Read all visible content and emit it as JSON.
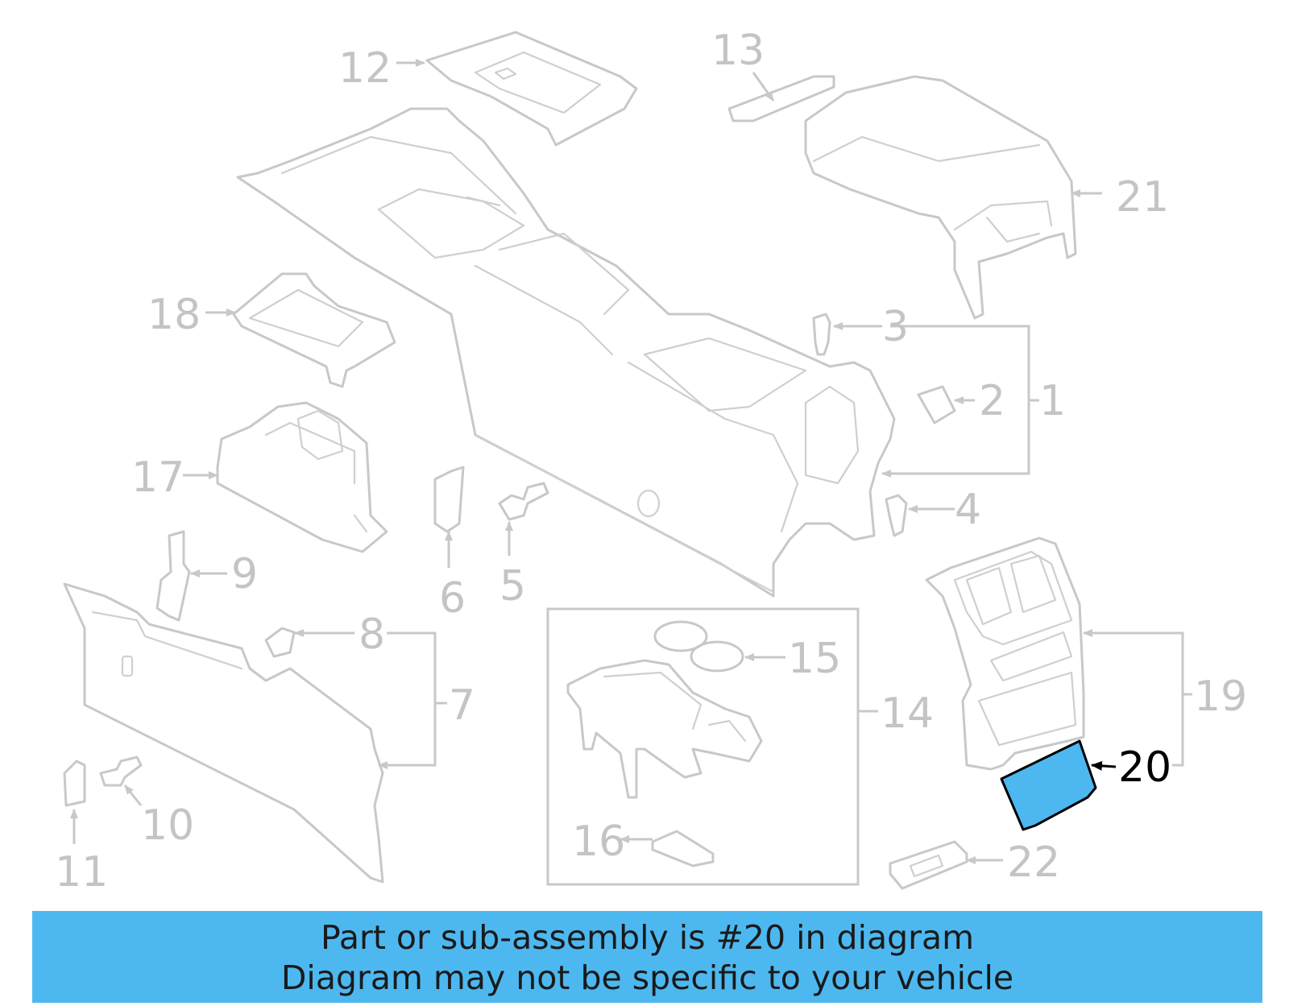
{
  "diagram": {
    "highlight_color": "#4db8f0",
    "callouts": {
      "c1": "1",
      "c2": "2",
      "c3": "3",
      "c4": "4",
      "c5": "5",
      "c6": "6",
      "c7": "7",
      "c8": "8",
      "c9": "9",
      "c10": "10",
      "c11": "11",
      "c12": "12",
      "c13": "13",
      "c14": "14",
      "c15": "15",
      "c16": "16",
      "c17": "17",
      "c18": "18",
      "c19": "19",
      "c20": "20",
      "c21": "21",
      "c22": "22"
    }
  },
  "banner": {
    "line1": "Part or sub-assembly is #20 in diagram",
    "line2": "Diagram may not be specific to your vehicle",
    "background": "#4db8f0"
  }
}
